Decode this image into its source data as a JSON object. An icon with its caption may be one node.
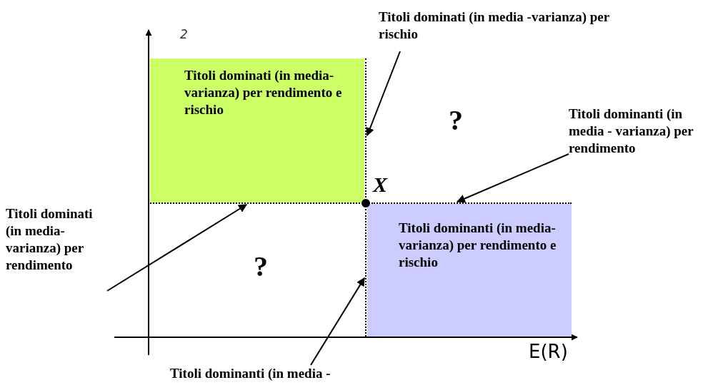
{
  "diagram": {
    "nodes": [
      {
        "text": [
          "Titoli dominati (in media-varianza) per rendimento e rischio"
        ]
      },
      {
        "text": [
          "Titoli dominanti (in media-varianza) per rendimento e rischio"
        ]
      },
      {
        "text": [
          "Titoli dominati (in media -varianza) per rischio"
        ]
      },
      {
        "text": [],
        "shape": "line"
      },
      {
        "text": [
          "Titoli dominanti (in media - varianza) per rendimento"
        ]
      },
      {
        "text": [],
        "shape": "line"
      },
      {
        "text": [
          "Titoli dominati (in media- varianza) per rendimento"
        ]
      },
      {
        "text": [],
        "shape": "line"
      },
      {
        "text": [
          "Titoli dominanti (in media -"
        ]
      },
      {
        "text": [],
        "shape": "line"
      }
    ],
    "edges": [
      {
        "from": 2,
        "to": 3,
        "arrow": "to"
      },
      {
        "from": 4,
        "to": 5,
        "arrow": "to"
      },
      {
        "from": 6,
        "to": 7,
        "arrow": "to"
      },
      {
        "from": 8,
        "to": 9,
        "arrow": "to"
      }
    ],
    "labels": [
      "2",
      "?",
      "X",
      "?",
      "E(R)"
    ]
  }
}
